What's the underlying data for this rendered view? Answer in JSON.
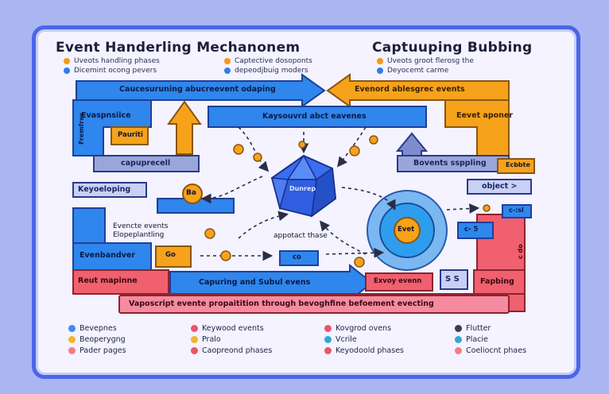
{
  "header": {
    "title_left": "Event  Handerling Mechanonem",
    "title_right": "Captuuping Bubbing",
    "left_notes": [
      {
        "text": "Uveots handling phases",
        "color": "#f39a1a"
      },
      {
        "text": "Dicemint ocong pevers",
        "color": "#2f7de8"
      }
    ],
    "mid_notes": [
      {
        "text": "Captective dosoponts",
        "color": "#f39a1a"
      },
      {
        "text": "depeodjbuig moders",
        "color": "#2f7de8"
      }
    ],
    "right_notes": [
      {
        "text": "Uveots groot flerosg the",
        "color": "#f39a1a"
      },
      {
        "text": "Deyocemt carme",
        "color": "#2f7de8"
      }
    ]
  },
  "diagram": {
    "top_blue_arrow": "Caucesuruning abucreevent odaping",
    "top_orange_arrow": "Evenord ablesgrec events",
    "left_blue_block": "Evaspnsiice",
    "left_orange_block": "Pauriti",
    "left_vertical": "Fremfres",
    "mid_blue_arrow": "Kaysouvrd abct eavenes",
    "right_orange_block": "Eevet aponer",
    "capture_label": "capuprecell",
    "bubbling_label": "Bovents ssppling",
    "bubbling_orange": "Ecbbte",
    "keyboarding": "Keyoeloping",
    "object_tag": "object >",
    "node_ba": "Ba",
    "node_center": "Dunrep",
    "events_note_1": "Evencte events",
    "events_note_2": "Elopeplantling",
    "target_phase": "appotact thase",
    "circle_event": "Evet",
    "circle_tag": "c- 5",
    "small_tag": "c-:sl",
    "eventhandler": "Evenbandver",
    "orange_go_left": "Go",
    "blue_mid_tag": "co",
    "red_left": "Reut mapinne",
    "bottom_blue_arrow": "Capuring and Subul evens",
    "red_orange": "Exvoy evenn",
    "ss_tag": "S S",
    "fapbing": "Fapbing",
    "bottom_banner": "Vaposcript  evente propaitition through bevoghfine befoement evecting",
    "side_vertical": "c do"
  },
  "legend": {
    "col1": [
      {
        "text": "Bevepnes",
        "color": "#3d8df0"
      },
      {
        "text": "Beoperygng",
        "color": "#f4b52a"
      },
      {
        "text": "Pader pages",
        "color": "#f47c8a"
      }
    ],
    "col2": [
      {
        "text": "Keywood events",
        "color": "#e9556a"
      },
      {
        "text": "Pralo",
        "color": "#f4b52a"
      },
      {
        "text": "Caopreond phases",
        "color": "#e9556a"
      }
    ],
    "col3": [
      {
        "text": "Kovgrod ovens",
        "color": "#e9556a"
      },
      {
        "text": "Vcrile",
        "color": "#2fa8d6"
      },
      {
        "text": "Keyodoold phases",
        "color": "#e9556a"
      }
    ],
    "col4": [
      {
        "text": "Flutter",
        "color": "#3a3d52"
      },
      {
        "text": "Placie",
        "color": "#2fa8d6"
      },
      {
        "text": "Coeliocnt phaes",
        "color": "#f47c8a"
      }
    ]
  },
  "colors": {
    "blue": "#2f86ec",
    "orange": "#f7a21b",
    "red": "#f0606e",
    "frame": "#4a66e8",
    "navy": "#2a3a8a"
  }
}
